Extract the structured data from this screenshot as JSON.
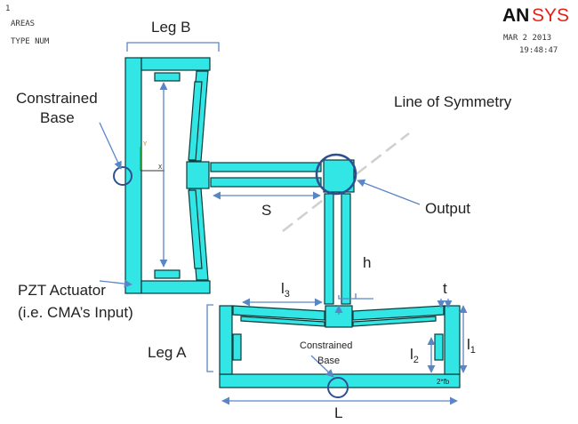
{
  "ansys": {
    "index": "1",
    "line1": "AREAS",
    "line2": "TYPE NUM",
    "logo_bold": "AN",
    "logo_light": "SYS",
    "date": "MAR  2 2013",
    "time": "19:48:47"
  },
  "triad": {
    "y": "Y",
    "x": "X"
  },
  "labels": {
    "leg_b": "Leg B",
    "constrained_base_top_1": "Constrained",
    "constrained_base_top_2": "Base",
    "line_of_symmetry": "Line of Symmetry",
    "s": "S",
    "output": "Output",
    "h": "h",
    "pzt_1": "PZT Actuator",
    "pzt_2": "(i.e. CMA’s Input)",
    "l3": "l",
    "l3_sub": "3",
    "t": "t",
    "leg_a": "Leg A",
    "constrained_base_bottom_1": "Constrained",
    "constrained_base_bottom_2": "Base",
    "l2": "l",
    "l2_sub": "2",
    "l1": "l",
    "l1_sub": "1",
    "fb": "2*fb",
    "big_l": "L"
  },
  "colors": {
    "fill": "#33e6e6",
    "stroke": "#0a3a3a",
    "arrow": "#5b86c6",
    "annotation": "#2f4f8f",
    "symmetry": "#cfcfcf",
    "logo_red": "#e2231a"
  }
}
